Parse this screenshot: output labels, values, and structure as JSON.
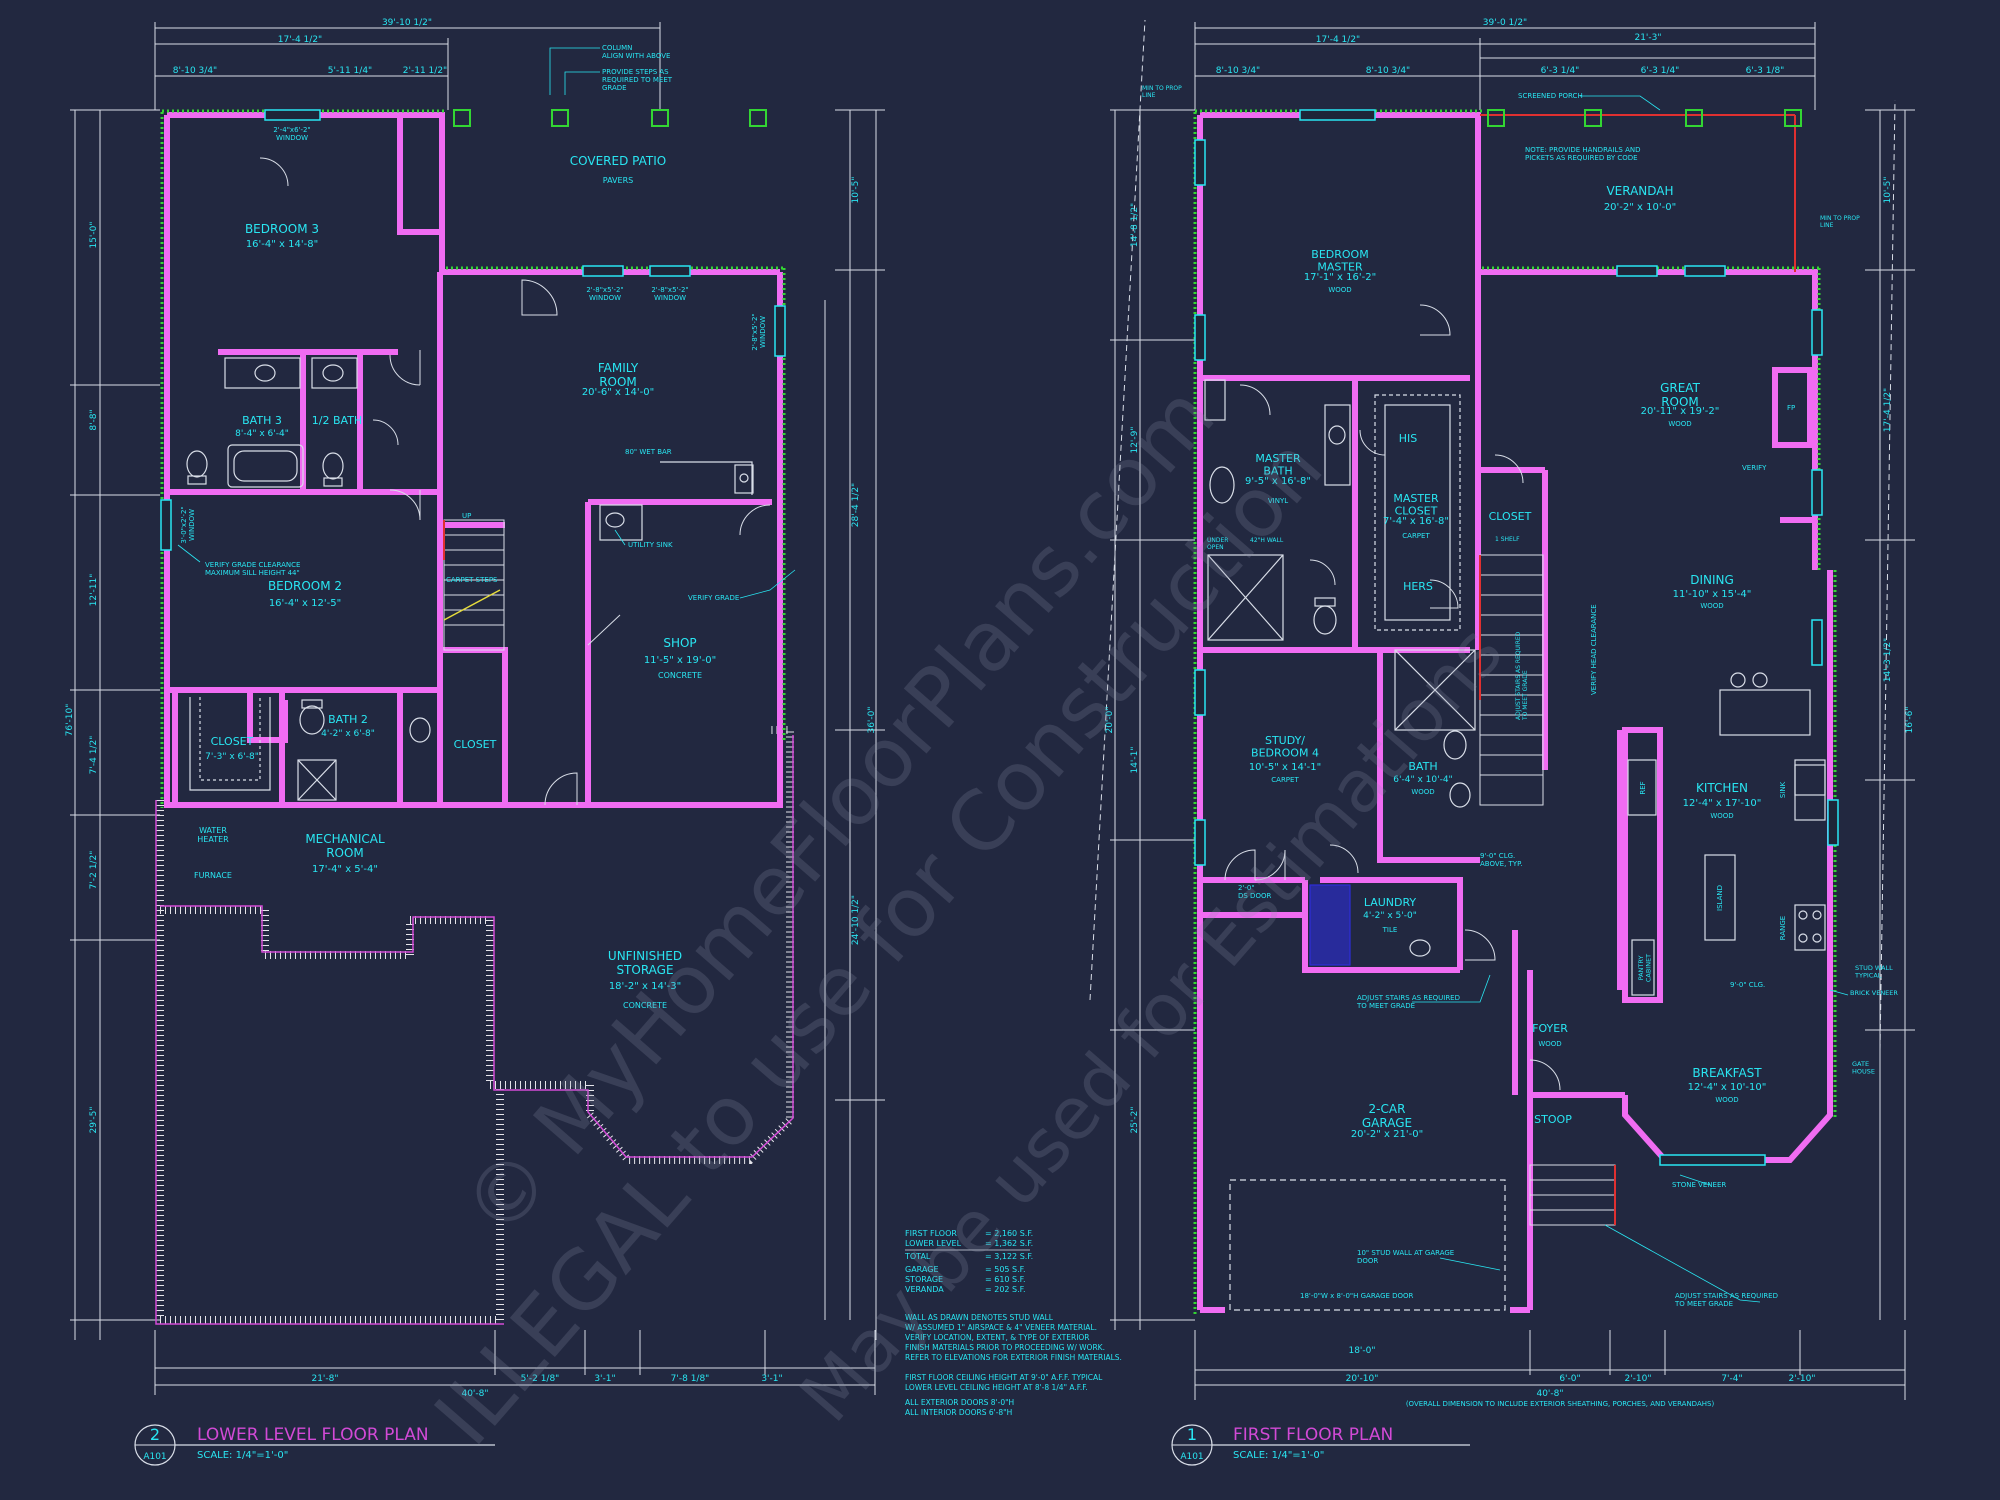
{
  "colors": {
    "background": "#222840",
    "wall": "#f06cf2",
    "line": "#d9dee8",
    "text": "#29e6f2",
    "green": "#33d633",
    "red": "#e03030",
    "blue": "#2d2dd8"
  },
  "lower": {
    "overall_dims": {
      "top": "39'-10 1/2\"",
      "top_a": "17'-4 1/2\"",
      "top_1": "8'-10 3/4\"",
      "top_2": "5'-11 1/4\"",
      "top_3": "2'-11 1/2\"",
      "left_1": "15'-0\"",
      "left_2": "8'-8\"",
      "left_3": "12'-11\"",
      "left_4": "7'-4 1/2\"",
      "left_5": "7'-2 1/2\"",
      "left_6": "29'-5\"",
      "left_total": "76'-10\"",
      "bottom_total": "40'-8\"",
      "bottom_1": "21'-8\"",
      "bottom_2": "5'-2 1/8\"",
      "bottom_3": "3'-1\"",
      "bottom_4": "7'-8 1/8\"",
      "bottom_5": "3'-1\"",
      "right_1": "10'-5\"",
      "right_2": "28'-4 1/2\"",
      "right_3": "36'-0\"",
      "right_4": "24'-10 1/2\""
    },
    "notes": {
      "column": "COLUMN\nALIGN WITH ABOVE",
      "steps": "PROVIDE STEPS AS\nREQUIRED TO MEET\nGRADE",
      "verify_sill": "VERIFY GRADE CLEARANCE\nMAXIMUM SILL HEIGHT 44\"",
      "bar": "80\" WET BAR",
      "utility": "UTILITY SINK",
      "verify_grade": "VERIFY GRADE",
      "carpet_steps": "CARPET STEPS",
      "up": "UP"
    },
    "rooms": [
      {
        "name": "COVERED PATIO",
        "dim": "",
        "sub": "PAVERS"
      },
      {
        "name": "BEDROOM 3",
        "dim": "16'-4\" x 14'-8\"",
        "sub": ""
      },
      {
        "name": "FAMILY\nROOM",
        "dim": "20'-6\" x 14'-0\"",
        "sub": ""
      },
      {
        "name": "BATH 3",
        "dim": "8'-4\" x 6'-4\"",
        "sub": ""
      },
      {
        "name": "1/2 BATH",
        "dim": "",
        "sub": ""
      },
      {
        "name": "BEDROOM 2",
        "dim": "16'-4\" x 12'-5\"",
        "sub": ""
      },
      {
        "name": "SHOP",
        "dim": "11'-5\" x 19'-0\"",
        "sub": "CONCRETE"
      },
      {
        "name": "CLOSET",
        "dim": "7'-3\" x 6'-8\"",
        "sub": ""
      },
      {
        "name": "BATH 2",
        "dim": "4'-2\" x 6'-8\"",
        "sub": ""
      },
      {
        "name": "CLOSET",
        "dim": "",
        "sub": ""
      },
      {
        "name": "MECHANICAL\nROOM",
        "dim": "17'-4\" x 5'-4\"",
        "sub": ""
      },
      {
        "name": "UNFINISHED\nSTORAGE",
        "dim": "18'-2\" x 14'-3\"",
        "sub": "CONCRETE"
      },
      {
        "name": "WATER\nHEATER",
        "dim": "",
        "sub": ""
      },
      {
        "name": "FURNACE",
        "dim": "",
        "sub": ""
      }
    ],
    "windows": [
      "2'-4\"x6'-2\"\nWINDOW",
      "2'-8\"x5'-2\"\nWINDOW",
      "2'-8\"x5'-2\"\nWINDOW",
      "2'-8\"x5'-2\"\nWINDOW",
      "3'-0\"x2'-2\"\nWINDOW"
    ],
    "title": {
      "number": "2",
      "sheet": "A101",
      "name": "LOWER LEVEL FLOOR PLAN",
      "scale": "SCALE: 1/4\"=1'-0\""
    }
  },
  "upper": {
    "overall_dims": {
      "top": "39'-0 1/2\"",
      "top_a": "17'-4 1/2\"",
      "top_b": "21'-3\"",
      "top_1": "8'-10 3/4\"",
      "top_2": "8'-10 3/4\"",
      "top_3": "6'-3 1/4\"",
      "top_4": "6'-3 1/4\"",
      "top_5": "6'-3 1/8\"",
      "left_1": "14'-8 1/2\"",
      "left_2": "12'-9\"",
      "left_3": "20'-0\"",
      "left_4": "14'-1\"",
      "left_5": "25'-2\"",
      "bottom_total": "40'-8\"",
      "bottom_1": "20'-10\"",
      "bottom_2": "6'-0\"",
      "bottom_3": "2'-10\"",
      "bottom_4": "7'-4\"",
      "bottom_5": "2'-10\"",
      "bottom_6": "18'-0\"",
      "right_1": "10'-5\"",
      "right_2": "17'-4 1/2\"",
      "right_3": "14'-3 1/2\"",
      "right_4": "16'-6\"",
      "total_note": "(OVERALL DIMENSION TO INCLUDE EXTERIOR SHEATHING, PORCHES, AND VERANDAHS)"
    },
    "notes": {
      "min_prop_left": "MIN TO PROP\nLINE",
      "min_prop_right": "MIN TO PROP\nLINE",
      "screened": "SCREENED PORCH",
      "handrails": "NOTE: PROVIDE HANDRAILS AND\nPICKETS AS REQUIRED BY CODE",
      "adjust1": "ADJUST STAIRS AS REQUIRED\nTO MEET GRADE",
      "adjust2": "ADJUST STAIRS AS REQUIRED\nTO MEET GRADE",
      "stud_wall": "10\" STUD WALL AT GARAGE\nDOOR",
      "garage_door": "18'-0\"W x 8'-0\"H GARAGE DOOR",
      "ceiling": "9'-0\" CLG.\nABOVE, TYP.",
      "stud_typ": "STUD WALL\nTYPICAL",
      "brick": "BRICK VENEER",
      "stone": "STONE VENEER",
      "gate": "GATE\nHOUSE",
      "verify_head": "VERIFY HEAD CLEARANCE",
      "stair_note": "ADJUST STAIRS AS REQUIRED\nTO MEET GRADE",
      "clg9": "9'-0\" CLG.",
      "ds_door": "2'-0\"\nDS DOOR",
      "under": "UNDER\nOPEN",
      "wall42": "42\"H WALL",
      "shelf": "1 SHELF",
      "fp": "FP",
      "verify": "VERIFY"
    },
    "rooms": [
      {
        "name": "VERANDAH",
        "dim": "20'-2\" x 10'-0\"",
        "sub": ""
      },
      {
        "name": "BEDROOM\nMASTER",
        "dim": "17'-1\" x 16'-2\"",
        "sub": "WOOD"
      },
      {
        "name": "GREAT\nROOM",
        "dim": "20'-11\" x 19'-2\"",
        "sub": "WOOD"
      },
      {
        "name": "MASTER\nBATH",
        "dim": "9'-5\" x 16'-8\"",
        "sub": "VINYL"
      },
      {
        "name": "MASTER\nCLOSET",
        "dim": "7'-4\" x 16'-8\"",
        "sub": "CARPET"
      },
      {
        "name": "HIS",
        "dim": "",
        "sub": ""
      },
      {
        "name": "HERS",
        "dim": "",
        "sub": ""
      },
      {
        "name": "CLOSET",
        "dim": "",
        "sub": ""
      },
      {
        "name": "DINING",
        "dim": "11'-10\" x 15'-4\"",
        "sub": "WOOD"
      },
      {
        "name": "STUDY/\nBEDROOM 4",
        "dim": "10'-5\" x 14'-1\"",
        "sub": "CARPET"
      },
      {
        "name": "BATH",
        "dim": "6'-4\" x 10'-4\"",
        "sub": "WOOD"
      },
      {
        "name": "KITCHEN",
        "dim": "12'-4\" x 17'-10\"",
        "sub": "WOOD"
      },
      {
        "name": "LAUNDRY",
        "dim": "4'-2\" x 5'-0\"",
        "sub": "TILE"
      },
      {
        "name": "FOYER",
        "dim": "",
        "sub": "WOOD"
      },
      {
        "name": "STOOP",
        "dim": "",
        "sub": ""
      },
      {
        "name": "BREAKFAST",
        "dim": "12'-4\" x 10'-10\"",
        "sub": "WOOD"
      },
      {
        "name": "2-CAR\nGARAGE",
        "dim": "20'-2\" x 21'-0\"",
        "sub": ""
      },
      {
        "name": "ISLAND",
        "dim": "",
        "sub": ""
      },
      {
        "name": "PANTRY\nCABINET",
        "dim": "",
        "sub": ""
      },
      {
        "name": "REF",
        "dim": "",
        "sub": ""
      },
      {
        "name": "RANGE",
        "dim": "",
        "sub": ""
      },
      {
        "name": "SINK",
        "dim": "",
        "sub": ""
      }
    ],
    "title": {
      "number": "1",
      "sheet": "A101",
      "name": "FIRST FLOOR PLAN",
      "scale": "SCALE: 1/4\"=1'-0\""
    }
  },
  "area_table": [
    {
      "label": "FIRST FLOOR",
      "value": "= 2,160 S.F."
    },
    {
      "label": "LOWER LEVEL",
      "value": "= 1,362 S.F."
    },
    {
      "label": "TOTAL",
      "value": "= 3,122 S.F."
    },
    {
      "label": "GARAGE",
      "value": "= 505 S.F."
    },
    {
      "label": "STORAGE",
      "value": "= 610 S.F."
    },
    {
      "label": "VERANDA",
      "value": "= 202 S.F."
    }
  ],
  "general_notes": [
    "WALL AS DRAWN DENOTES STUD WALL",
    "W/ ASSUMED 1\" AIRSPACE & 4\" VENEER MATERIAL.",
    "VERIFY LOCATION, EXTENT, & TYPE OF EXTERIOR",
    "FINISH MATERIALS PRIOR TO PROCEEDING W/ WORK.",
    "REFER TO ELEVATIONS FOR EXTERIOR FINISH MATERIALS.",
    "",
    "FIRST FLOOR CEILING HEIGHT AT 9'-0\" A.F.F. TYPICAL",
    "LOWER LEVEL CEILING HEIGHT AT 8'-8 1/4\" A.F.F.",
    "",
    "ALL EXTERIOR DOORS 8'-0\"H",
    "ALL INTERIOR DOORS 6'-8\"H"
  ],
  "watermark": {
    "line1": "© MyHomeFloorPlans.com",
    "line2": "ILLEGAL to use for Construction",
    "line3": "May be used for Estimations"
  }
}
